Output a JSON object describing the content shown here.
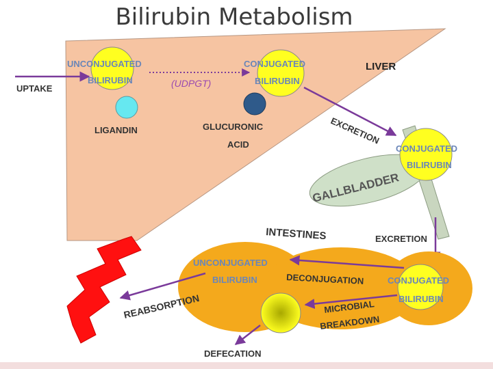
{
  "title": "Bilirubin Metabolism",
  "labels": {
    "uptake": "UPTAKE",
    "liver": "LIVER",
    "unconjugated": "UNCONJUGATED",
    "bilirubin": "BILIRUBIN",
    "udpgt": "(UDPGT)",
    "conjugated": "CONJUGATED",
    "ligandin": "LIGANDIN",
    "glucuronic": "GLUCURONIC",
    "acid": "ACID",
    "excretion": "EXCRETION",
    "gallbladder": "GALLBLADDER",
    "intestines": "INTESTINES",
    "deconjugation": "DECONJUGATION",
    "reabsorption": "REABSORPTION",
    "microbial": "MICROBIAL",
    "breakdown": "BREAKDOWN",
    "defecation": "DEFECATION"
  },
  "colors": {
    "liver": "#f6c4a2",
    "gall_bladder": "#cfe0c8",
    "duct": "#c9d6bf",
    "intestine": "#f4a91c",
    "bilirubin_ball": "#ffff20",
    "ligandin": "#66e8f0",
    "glucuronic": "#2f5a8a",
    "arrow": "#7a3a9a",
    "bilirubin_text": "#6a86b8",
    "vessel": "#ff1010"
  }
}
